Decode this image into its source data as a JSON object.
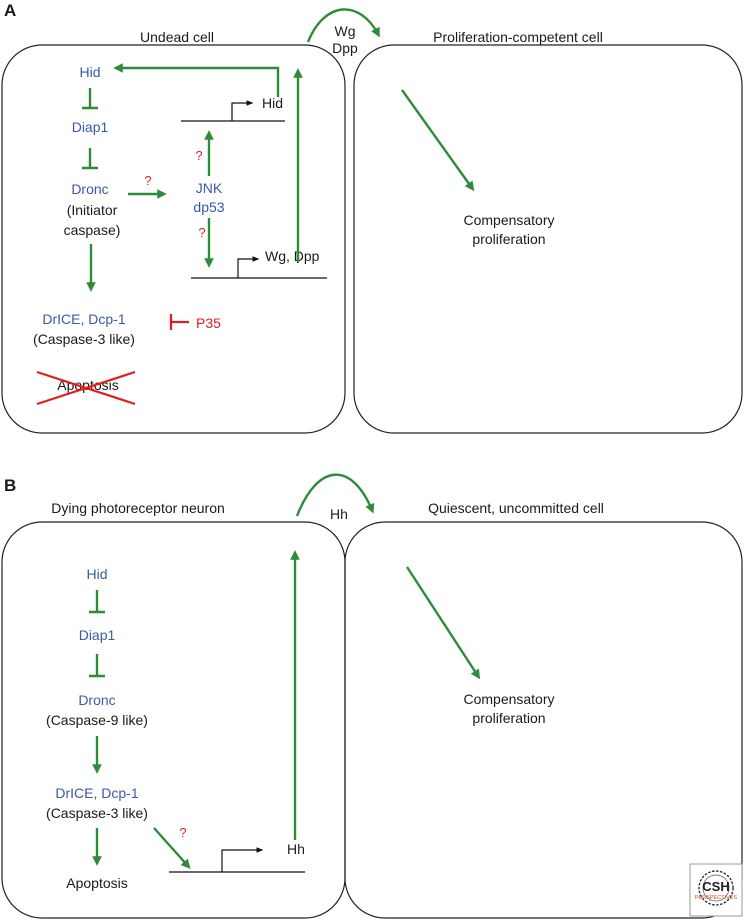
{
  "colors": {
    "activation": "#2e8b3a",
    "inhibition": "#e02020",
    "protein_label": "#3a5aa8",
    "question_mark": "#e02020"
  },
  "panel_a": {
    "letter": "A",
    "left_cell_title": "Undead cell",
    "right_cell_title": "Proliferation-competent cell",
    "signal_line1": "Wg",
    "signal_line2": "Dpp",
    "hid": "Hid",
    "diap1": "Diap1",
    "dronc": "Dronc",
    "dronc_desc1": "(Initiator",
    "dronc_desc2": "caspase)",
    "effector": "DrICE, Dcp-1",
    "effector_desc": "(Caspase-3 like)",
    "apoptosis": "Apoptosis",
    "apoptosis_blocked": true,
    "inhibitor": "P35",
    "jnk": "JNK",
    "dp53": "dp53",
    "gene_hid": "Hid",
    "gene_wg_dpp": "Wg, Dpp",
    "unknown_dronc_jnk": "?",
    "unknown_to_hid": "?",
    "unknown_to_wgdpp": "?",
    "outcome_line1": "Compensatory",
    "outcome_line2": "proliferation"
  },
  "panel_b": {
    "letter": "B",
    "left_cell_title": "Dying photoreceptor neuron",
    "right_cell_title": "Quiescent, uncommitted cell",
    "signal": "Hh",
    "hid": "Hid",
    "diap1": "Diap1",
    "dronc": "Dronc",
    "dronc_desc": "(Caspase-9 like)",
    "effector": "DrICE, Dcp-1",
    "effector_desc": "(Caspase-3 like)",
    "apoptosis": "Apoptosis",
    "gene_hh": "Hh",
    "unknown_to_hh": "?",
    "outcome_line1": "Compensatory",
    "outcome_line2": "proliferation"
  },
  "logo": {
    "text": "CSH",
    "subtext": "PERSPECTIVES",
    "icon": "csh-perspectives-logo"
  }
}
